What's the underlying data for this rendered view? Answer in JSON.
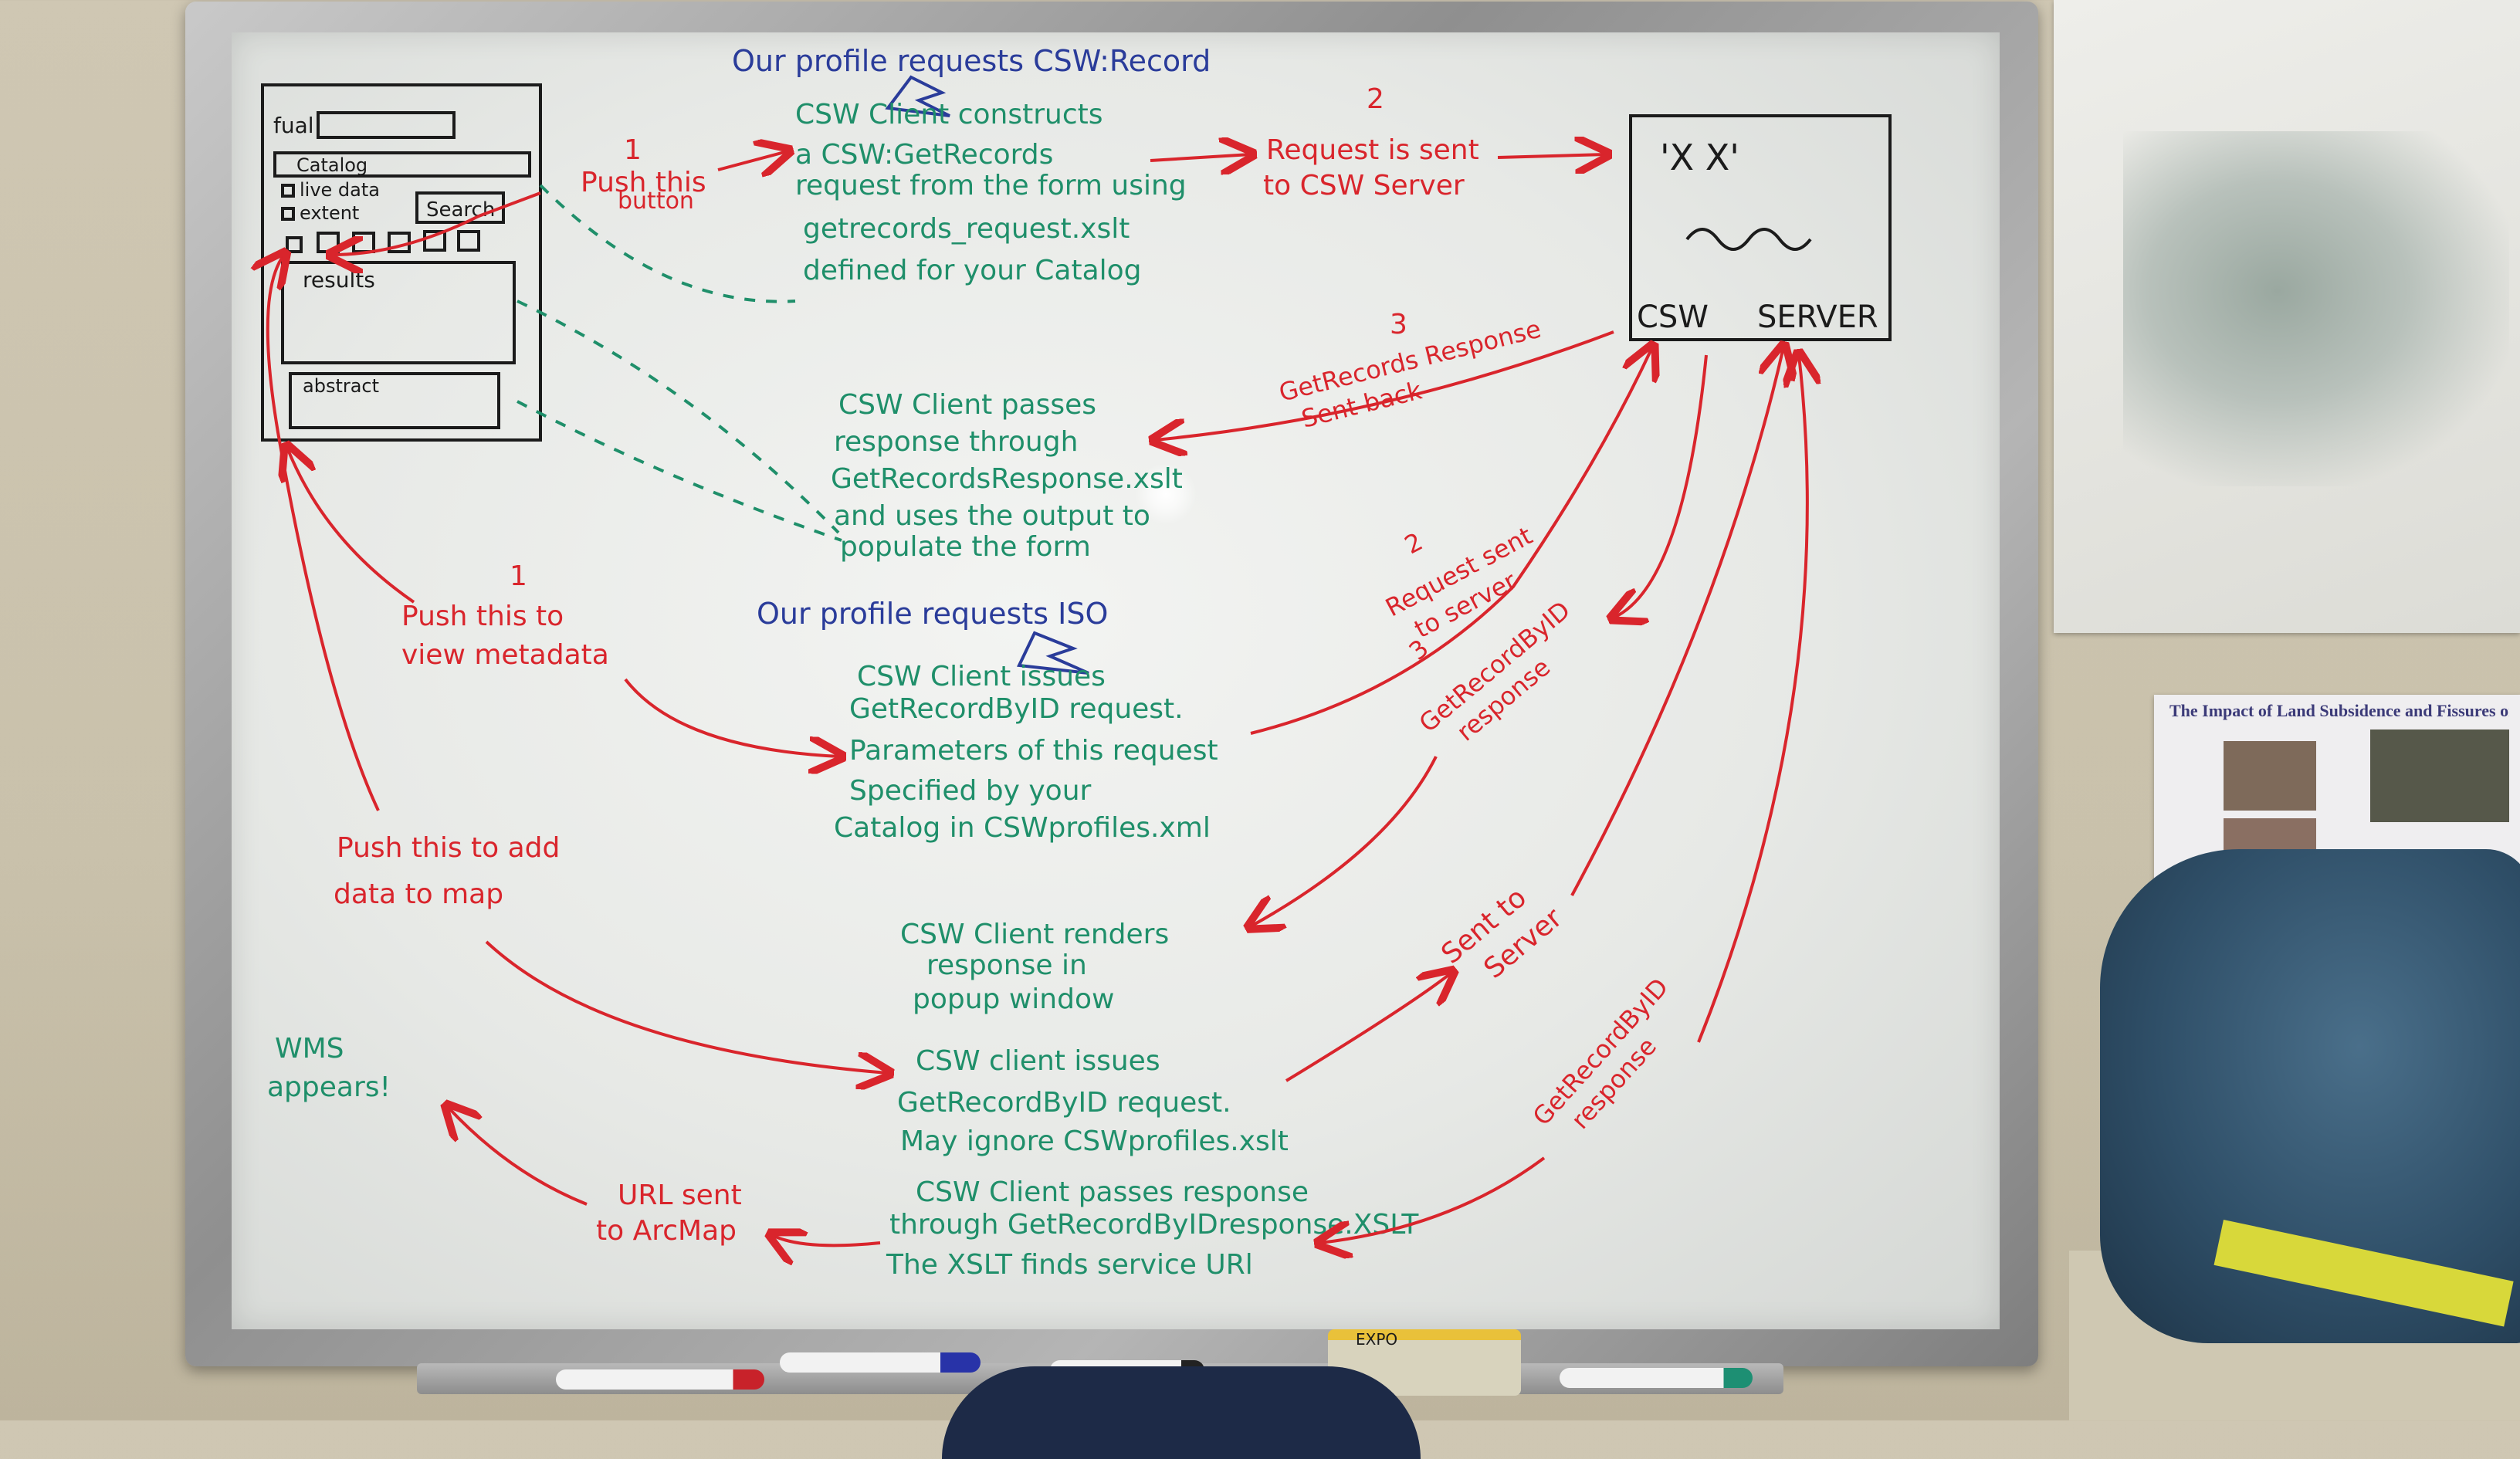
{
  "colors": {
    "blue_ink": "#2a3c9a",
    "green_ink": "#1f8f6a",
    "red_ink": "#d9252c",
    "black_ink": "#1b1b1b"
  },
  "sketch_form": {
    "field_label": "fual",
    "dropdown_value": "Catalog",
    "checkbox_live": "live data",
    "checkbox_extent": "extent",
    "search_button": "Search",
    "results_label": "results",
    "abstract_label": "abstract"
  },
  "server_box": {
    "face_eyes": "'X   X'",
    "label_left": "CSW",
    "label_right": "SERVER"
  },
  "blue_headings": {
    "top": "Our profile requests CSW:Record",
    "middle": "Our profile requests ISO"
  },
  "green_notes": {
    "constructs": [
      "CSW Client constructs",
      "a CSW:GetRecords",
      "request from the form using",
      "getrecords_request.xslt",
      "defined for your Catalog"
    ],
    "passes": [
      "CSW Client passes",
      "response through",
      "GetRecordsResponse.xslt",
      "and uses the output to",
      "populate the form"
    ],
    "issues_byid": [
      "CSW Client issues",
      "GetRecordByID request.",
      "Parameters of this request",
      "Specified by your",
      "Catalog in CSWprofiles.xml"
    ],
    "renders": [
      "CSW Client renders",
      "response in",
      "popup window"
    ],
    "issues2": [
      "CSW client issues",
      "GetRecordByID request.",
      "May ignore CSWprofiles.xslt"
    ],
    "passes2": [
      "CSW Client passes response",
      "through GetRecordByIDresponse.XSLT",
      "The XSLT finds service URl"
    ],
    "wms": [
      "WMS",
      "appears!"
    ]
  },
  "red_notes": {
    "push_button": [
      "Push this",
      "button"
    ],
    "step1": "1",
    "step2": "2",
    "step3": "3",
    "request_sent": [
      "Request is sent",
      "to CSW Server"
    ],
    "getrecords_response": [
      "GetRecords Response",
      "Sent back"
    ],
    "push_metadata": [
      "Push this to",
      "view metadata"
    ],
    "request_sent2": [
      "Request sent",
      "to server"
    ],
    "getrecordbyid_response": [
      "GetRecordByID",
      "response"
    ],
    "push_add": [
      "Push this to add",
      "data to map"
    ],
    "sent_to_server": [
      "Sent to",
      "Server"
    ],
    "getrecordbyid_response2": [
      "GetRecordByID",
      "response"
    ],
    "url_sent": [
      "URL sent",
      "to ArcMap"
    ]
  },
  "poster": {
    "title": "The Impact of Land Subsidence and Fissures on..."
  },
  "eraser_label": "EXPO"
}
